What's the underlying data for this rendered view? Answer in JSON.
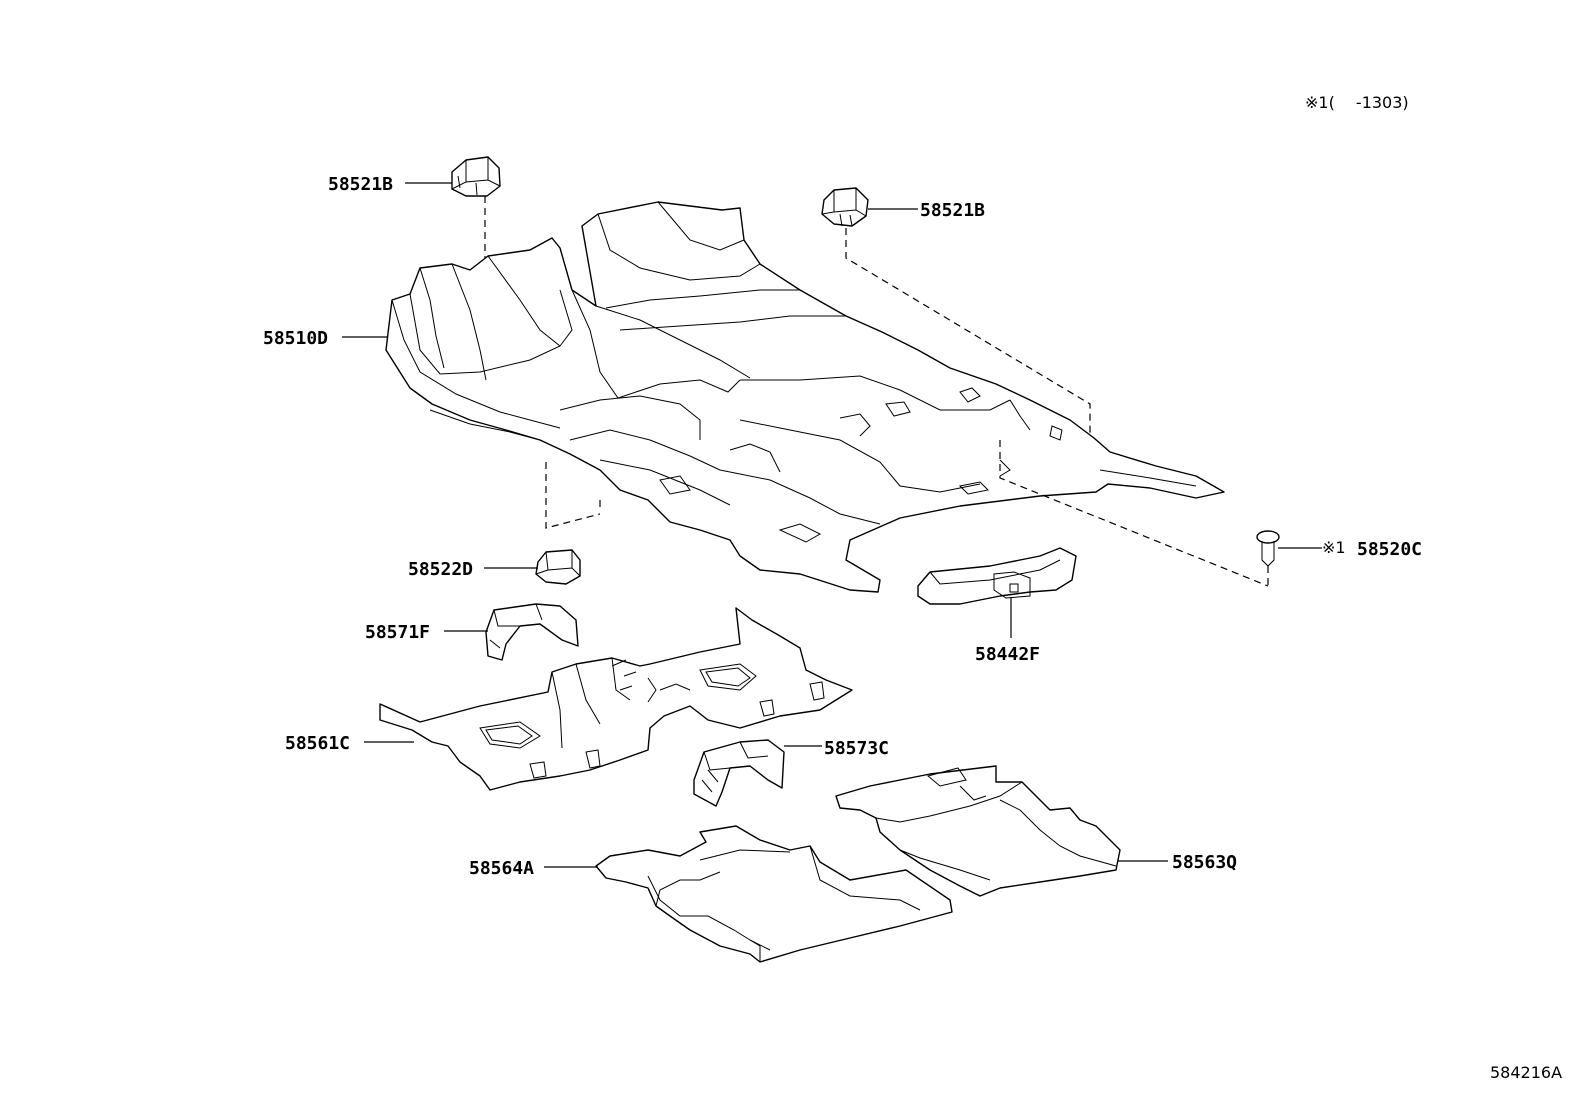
{
  "header": {
    "applicability_note": "※1(　 -1303)"
  },
  "footer": {
    "illustration_number": "584216A"
  },
  "parts": {
    "clip_left": {
      "label": "58521B",
      "name": "clip"
    },
    "clip_right": {
      "label": "58521B",
      "name": "clip"
    },
    "floor_carpet": {
      "label": "58510D",
      "name": "floor carpet"
    },
    "clip_lower": {
      "label": "58522D",
      "name": "clip"
    },
    "button_clip": {
      "label": "58520C",
      "marker": "※1"
    },
    "rear_duct_cover": {
      "label": "58442F"
    },
    "silencer_front_left": {
      "label": "58571F"
    },
    "floor_silencer_front": {
      "label": "58561C"
    },
    "silencer_front_right": {
      "label": "58573C"
    },
    "rear_mat_left": {
      "label": "58564A"
    },
    "rear_mat_right": {
      "label": "58563Q"
    }
  }
}
